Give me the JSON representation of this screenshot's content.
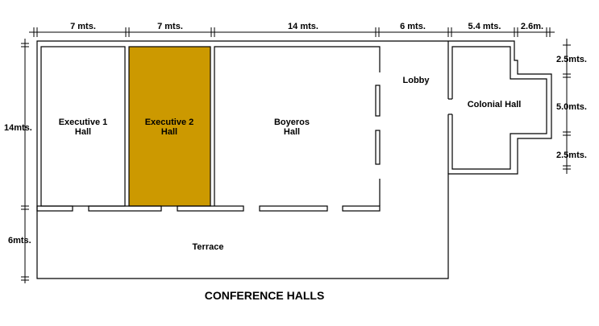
{
  "rooms": {
    "executive1": {
      "line1": "Executive 1",
      "line2": "Hall"
    },
    "executive2": {
      "line1": "Executive 2",
      "line2": "Hall",
      "fill": "#cc9900"
    },
    "boyeros": {
      "line1": "Boyeros",
      "line2": "Hall"
    },
    "lobby": "Lobby",
    "colonial": "Colonial Hall",
    "terrace": "Terrace"
  },
  "dimensions": {
    "top": [
      "7 mts.",
      "7 mts.",
      "14 mts.",
      "6 mts.",
      "5.4 mts.",
      "2.6m."
    ],
    "left": [
      "14mts.",
      "6mts."
    ],
    "right": [
      "2.5mts.",
      "5.0mts.",
      "2.5mts."
    ]
  },
  "title": "CONFERENCE HALLS"
}
